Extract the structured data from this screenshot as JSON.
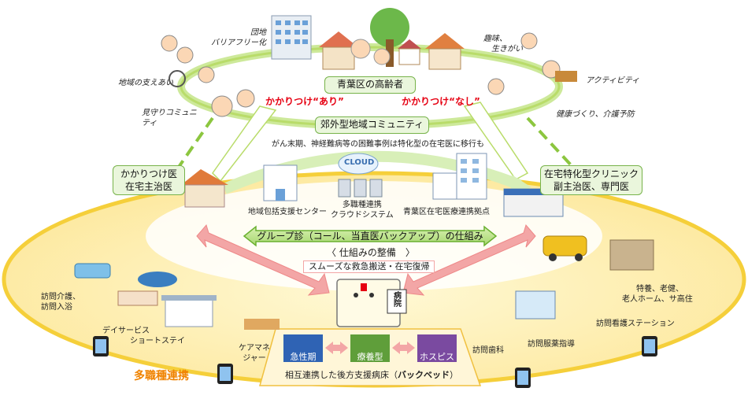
{
  "top": {
    "elderly_box": "青葉区の高齢者",
    "suburban_box": "郊外型地域コミュニティ",
    "kakaritsuke_ari": "かかりつけ“あり”",
    "kakaritsuke_nashi": "かかりつけ“なし”",
    "danchi_line1": "団地",
    "danchi_line2": "バリアフリー化",
    "community_support": "地域の支えあい",
    "watch_line1": "見守りコミュニ",
    "watch_line2": "ティ",
    "hobby_line1": "趣味、",
    "hobby_line2": "生きがい",
    "activity": "アクティビティ",
    "health": "健康づくり、介護予防"
  },
  "middle": {
    "transfer_note": "がん末期、神経難病等の困難事例は特化型の在宅医に移行も",
    "gp_line1": "かかりつけ医",
    "gp_line2": "在宅主治医",
    "clinic_line1": "在宅特化型クリニック",
    "clinic_line2": "副主治医、専門医",
    "cloud_text": "CLOUD",
    "center_left": "地域包括支援センター",
    "cloud_line1": "多職種連携",
    "cloud_line2": "クラウドシステム",
    "center_right": "青葉区在宅医療連携拠点",
    "group_bar": "グループ診（コール、当直医バックアップ）の仕組み",
    "mechanism": "〈 仕組みの整備　〉",
    "smooth": "スムーズな救急搬送・在宅復帰"
  },
  "bottom": {
    "home_care_line1": "訪問介護、",
    "home_care_line2": "訪問入浴",
    "day_service_line1": "デイサービス",
    "day_service_line2": "ショートステイ",
    "care_manager_line1": "ケアマネ",
    "care_manager_line2": "ジャー",
    "multi": "多職種連携",
    "ward_acute": "急性期",
    "ward_recovery": "療養型",
    "ward_hospice": "ホスピス",
    "backbed": "相互連携した後方支援病床（",
    "backbed_bold": "バックベッド",
    "backbed_end": "）",
    "hospital_sign": "病院",
    "dental": "訪問歯科",
    "pharmacy": "訪問服薬指導",
    "nursing": "訪問看護ステーション",
    "facilities_line1": "特養、老健、",
    "facilities_line2": "老人ホーム、サ高住"
  },
  "colors": {
    "green_ring": "#b9dc6a",
    "green_box": "#77b34a",
    "yellow_ring": "#f5cf3a",
    "yellow_fill": "#fff5c8",
    "pink_arrow": "#f3a6a6",
    "red_text": "#e60012",
    "orange_text": "#f08300",
    "acute": "#2f63b4",
    "recovery": "#5f9e3a",
    "hospice": "#7a4aa0"
  }
}
